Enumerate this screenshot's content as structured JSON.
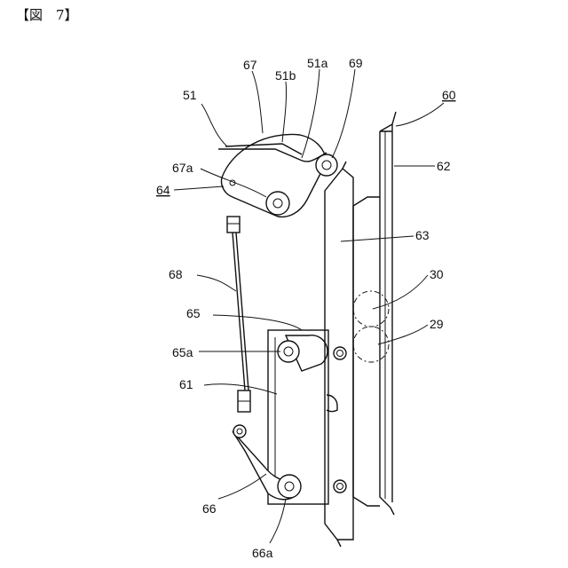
{
  "figure": {
    "title": "【図　7】"
  },
  "labels": {
    "l51": "51",
    "l67": "67",
    "l51b": "51b",
    "l51a": "51a",
    "l69": "69",
    "l60": "60",
    "l62": "62",
    "l67a": "67a",
    "l64": "64",
    "l63": "63",
    "l68": "68",
    "l30": "30",
    "l65": "65",
    "l29": "29",
    "l65a": "65a",
    "l61": "61",
    "l66": "66",
    "l66a": "66a"
  }
}
